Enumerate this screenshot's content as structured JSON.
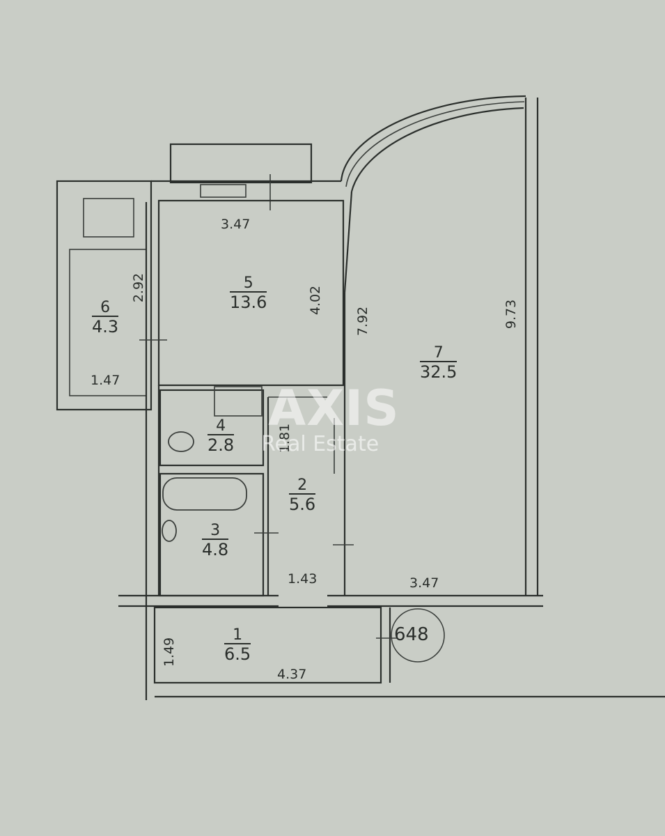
{
  "rooms": [
    {
      "number": "1",
      "area": "6.5"
    },
    {
      "number": "2",
      "area": "5.6"
    },
    {
      "number": "3",
      "area": "4.8"
    },
    {
      "number": "4",
      "area": "2.8"
    },
    {
      "number": "5",
      "area": "13.6"
    },
    {
      "number": "6",
      "area": "4.3"
    },
    {
      "number": "7",
      "area": "32.5"
    }
  ],
  "dimensions": {
    "room5_width": "3.47",
    "room5_height": "4.02",
    "room6_height": "2.92",
    "room6_width": "1.47",
    "room7_height_left": "7.92",
    "room7_height_right": "9.73",
    "room7_width": "3.47",
    "room4_height": "1.81",
    "room2_width": "1.43",
    "room1_height": "1.49",
    "room1_width": "4.37"
  },
  "apartment_number": "648",
  "watermark": {
    "brand": "AXIS",
    "tagline": "Real Estate"
  }
}
